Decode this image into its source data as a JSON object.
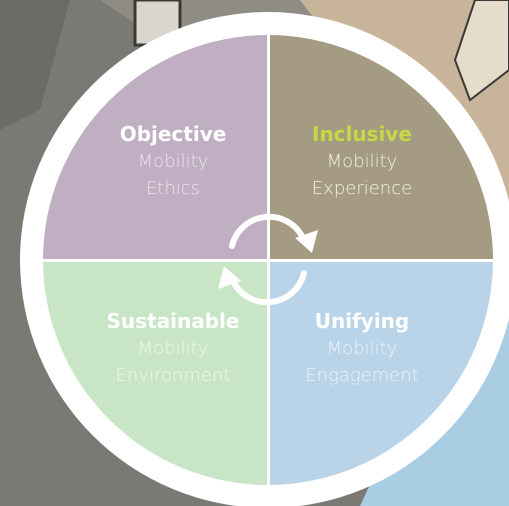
{
  "quadrants": [
    {
      "title": "Objective",
      "line1": "Mobility",
      "line2": "Ethics",
      "fill": "#c0aec2",
      "title_color": "#ffffff",
      "text_color": "#ece3ee"
    },
    {
      "title": "Inclusive",
      "line1": "Mobility",
      "line2": "Experience",
      "fill": "#a59b83",
      "title_color": "#c6d944",
      "text_color": "#f4f0e6"
    },
    {
      "title": "Sustainable",
      "line1": "Mobility",
      "line2": "Environment",
      "fill": "#c8e6c6",
      "title_color": "#ffffff",
      "text_color": "#eef7ec"
    },
    {
      "title": "Unifying",
      "line1": "Mobility",
      "line2": "Engagement",
      "fill": "#b9d4e8",
      "title_color": "#ffffff",
      "text_color": "#eaf2f9"
    }
  ],
  "ring_color": "#ffffff",
  "cycle_icon": "circular-arrows-icon"
}
